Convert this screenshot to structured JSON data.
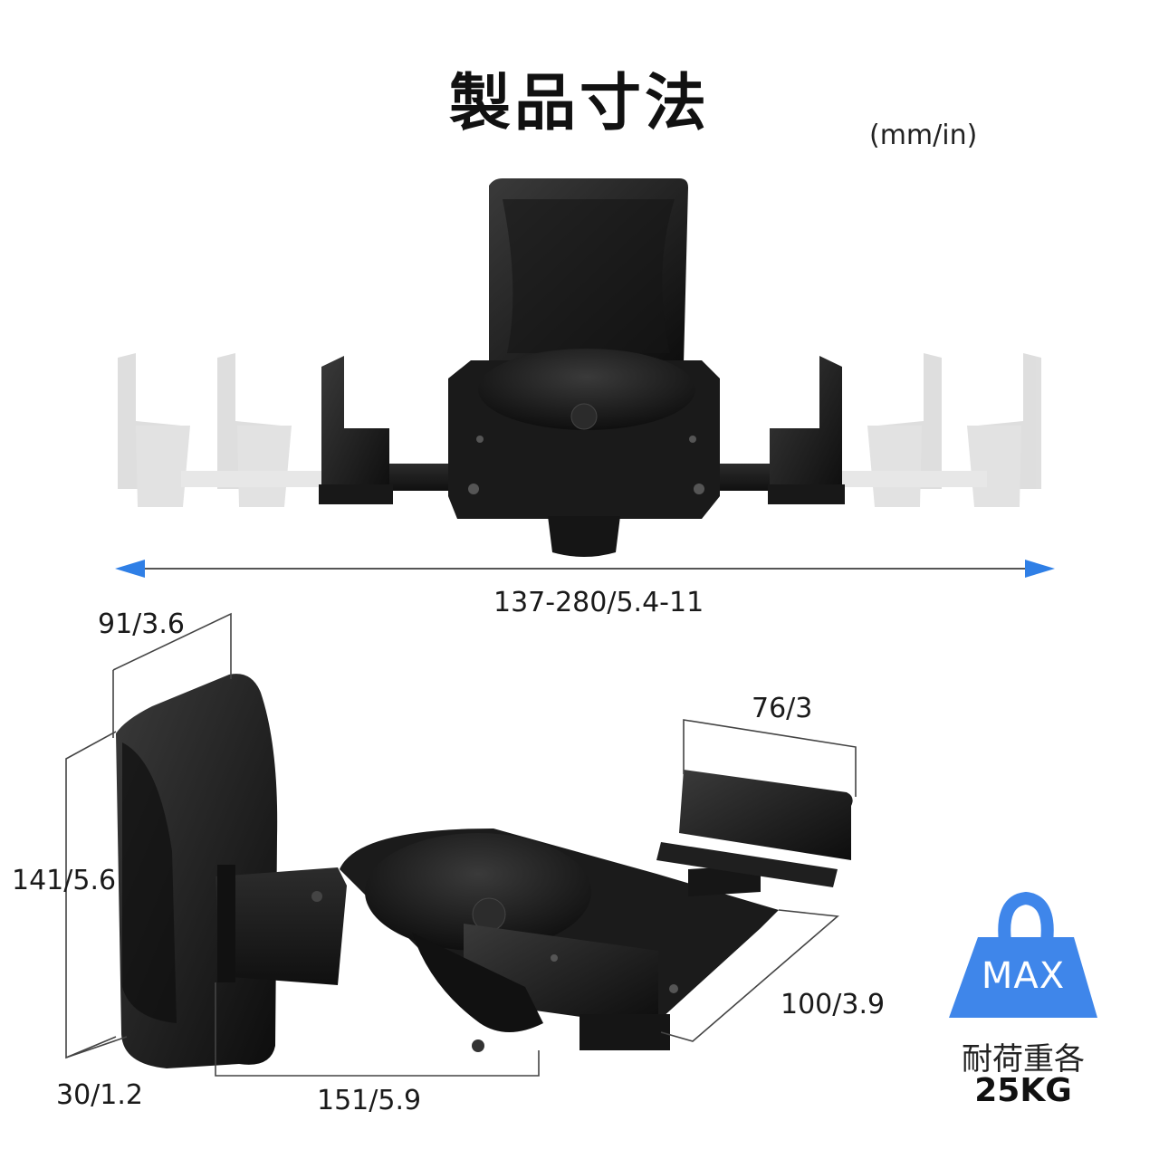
{
  "title": "製品寸法",
  "unit": "(mm/in)",
  "dimensions": {
    "width_range": "137-280/5.4-11",
    "depth_top": "91/3.6",
    "height": "141/5.6",
    "thickness": "30/1.2",
    "arm_length": "151/5.9",
    "clamp_width": "76/3",
    "plate_depth": "100/3.9"
  },
  "weight": {
    "badge": "MAX",
    "caption": "耐荷重各",
    "value": "25KG"
  },
  "colors": {
    "arrow": "#2f7fe6",
    "badge": "#3f86ea",
    "product": "#1c1c1c"
  }
}
